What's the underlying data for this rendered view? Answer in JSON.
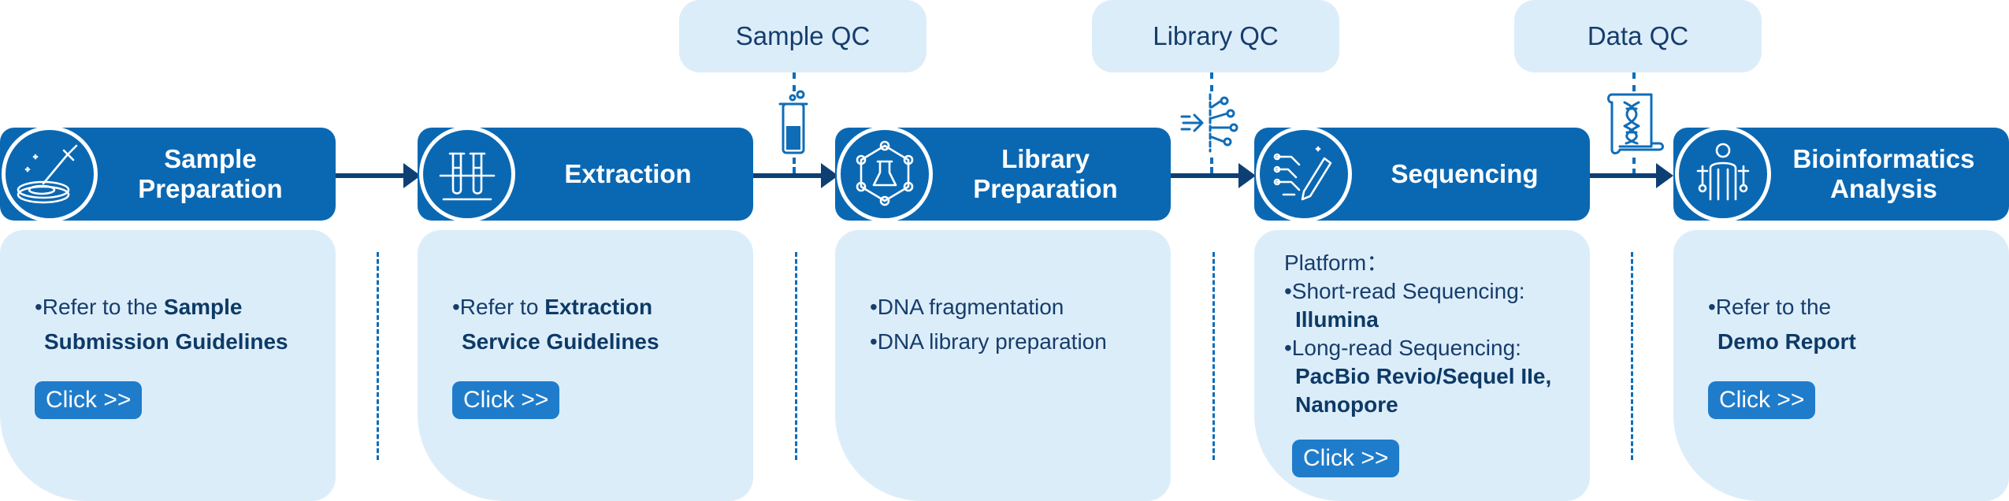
{
  "qc": [
    {
      "label": "Sample QC"
    },
    {
      "label": "Library QC"
    },
    {
      "label": "Data QC"
    }
  ],
  "stages": [
    {
      "title": "Sample Preparation",
      "icon": "petri-dish-pipette-icon"
    },
    {
      "title": "Extraction",
      "icon": "test-tubes-icon"
    },
    {
      "title": "Library Preparation",
      "icon": "molecule-flask-icon"
    },
    {
      "title": "Sequencing",
      "icon": "dna-sequencing-pen-icon"
    },
    {
      "title": "Bioinformatics Analysis",
      "icon": "analyst-person-icon"
    }
  ],
  "cards": {
    "sample": {
      "prefix": "•Refer to the ",
      "bold1": "Sample",
      "bold2": "Submission Guidelines",
      "button": "Click >>"
    },
    "extraction": {
      "prefix": "•Refer to ",
      "bold1": "Extraction",
      "bold2": "Service Guidelines",
      "button": "Click >>"
    },
    "library": {
      "items": [
        "•DNA fragmentation",
        "•DNA library preparation"
      ]
    },
    "sequencing": {
      "platform": "Platform：",
      "short": "•Short-read Sequencing:",
      "short_val": "Illumina",
      "long": "•Long-read Sequencing:",
      "long_val1": "PacBio Revio/Sequel IIe,",
      "long_val2": "Nanopore",
      "button": "Click >>"
    },
    "bioinfo": {
      "prefix": "•Refer to the",
      "bold": "Demo Report",
      "button": "Click >>"
    }
  }
}
